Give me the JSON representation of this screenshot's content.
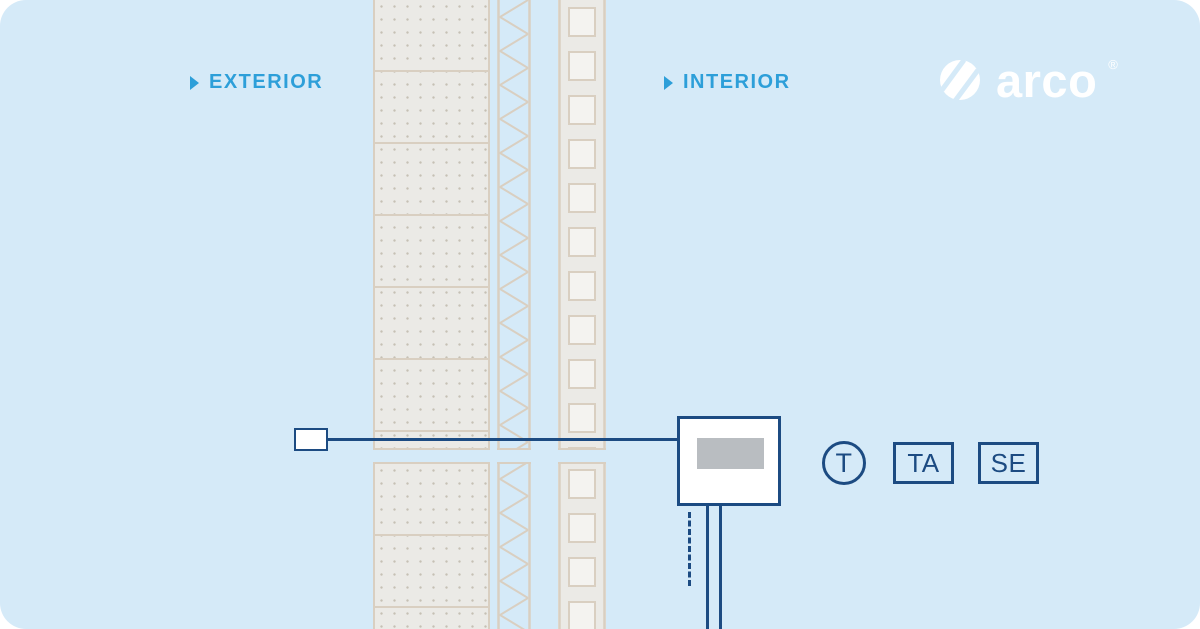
{
  "canvas": {
    "background_color": "#d5eaf8",
    "accent_color": "#1c4b82",
    "zone_label_color": "#2d9fd9",
    "wall_outline_color": "#d9cfc1",
    "display_color": "#b9bdc1"
  },
  "zones": {
    "exterior_label": "EXTERIOR",
    "interior_label": "INTERIOR"
  },
  "brand": {
    "name": "arco",
    "registered_mark": "®"
  },
  "equipment": {
    "symbols": [
      {
        "shape": "circle",
        "label": "T"
      },
      {
        "shape": "rect",
        "label": "TA"
      },
      {
        "shape": "rect",
        "label": "SE"
      }
    ]
  }
}
